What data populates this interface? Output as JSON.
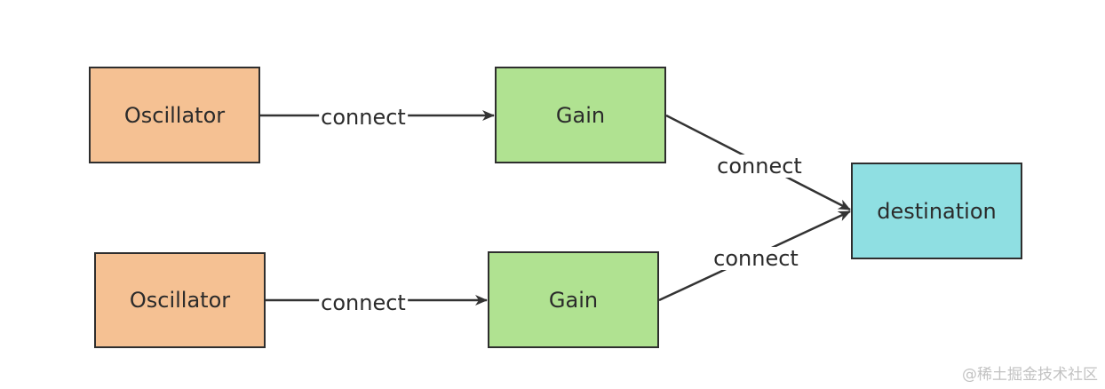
{
  "nodes": {
    "oscillator_top": {
      "label": "Oscillator",
      "color": "#f5c193"
    },
    "oscillator_bottom": {
      "label": "Oscillator",
      "color": "#f5c193"
    },
    "gain_top": {
      "label": "Gain",
      "color": "#b0e291"
    },
    "gain_bottom": {
      "label": "Gain",
      "color": "#b0e291"
    },
    "destination": {
      "label": "destination",
      "color": "#8fdfe2"
    }
  },
  "edges": [
    {
      "from": "oscillator_top",
      "to": "gain_top",
      "label": "connect"
    },
    {
      "from": "oscillator_bottom",
      "to": "gain_bottom",
      "label": "connect"
    },
    {
      "from": "gain_top",
      "to": "destination",
      "label": "connect"
    },
    {
      "from": "gain_bottom",
      "to": "destination",
      "label": "connect"
    }
  ],
  "watermark": "@稀土掘金技术社区",
  "line_color": "#333333"
}
